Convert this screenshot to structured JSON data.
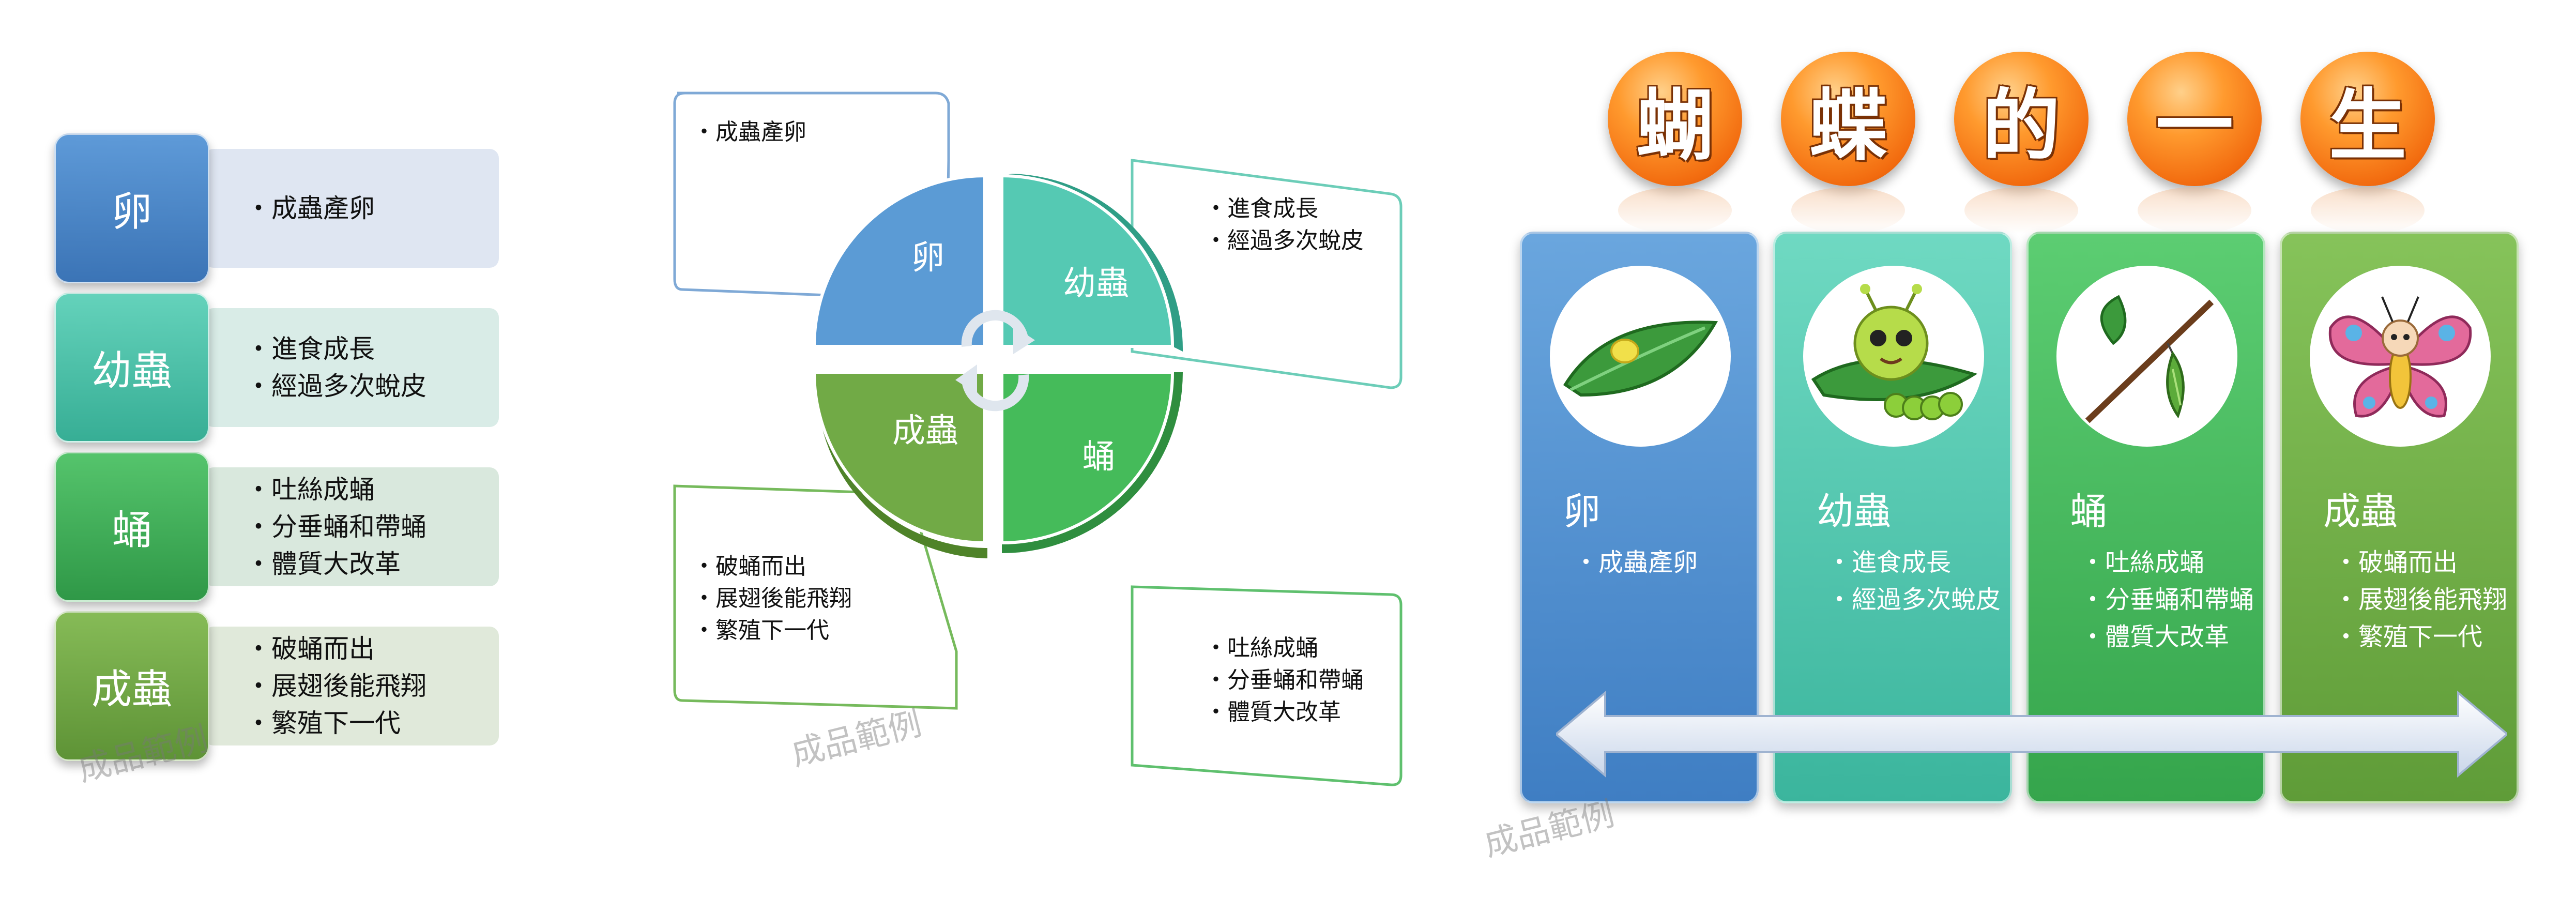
{
  "stages": [
    {
      "name": "卵",
      "bullets": [
        "成蟲產卵"
      ],
      "color": "#4a86c9"
    },
    {
      "name": "幼蟲",
      "bullets": [
        "進食成長",
        "經過多次蛻皮"
      ],
      "color": "#45bfa7"
    },
    {
      "name": "蛹",
      "bullets": [
        "吐絲成蛹",
        "分垂蛹和帶蛹",
        "體質大改革"
      ],
      "color": "#3daa55"
    },
    {
      "name": "成蟲",
      "bullets": [
        "破蛹而出",
        "展翅後能飛翔",
        "繁殖下一代"
      ],
      "color": "#6fa543"
    }
  ],
  "title_chars": [
    "蝴",
    "蝶",
    "的",
    "一",
    "生"
  ],
  "watermark": "成品範例",
  "colors": {
    "egg": "#4a86c9",
    "larva": "#45bfa7",
    "pupa": "#3daa55",
    "adult": "#6fa543",
    "title_orange": "#f26b0f"
  },
  "icons": [
    "leaf-egg-icon",
    "caterpillar-icon",
    "chrysalis-icon",
    "butterfly-icon",
    "cycle-arrows-icon",
    "double-arrow-icon"
  ]
}
